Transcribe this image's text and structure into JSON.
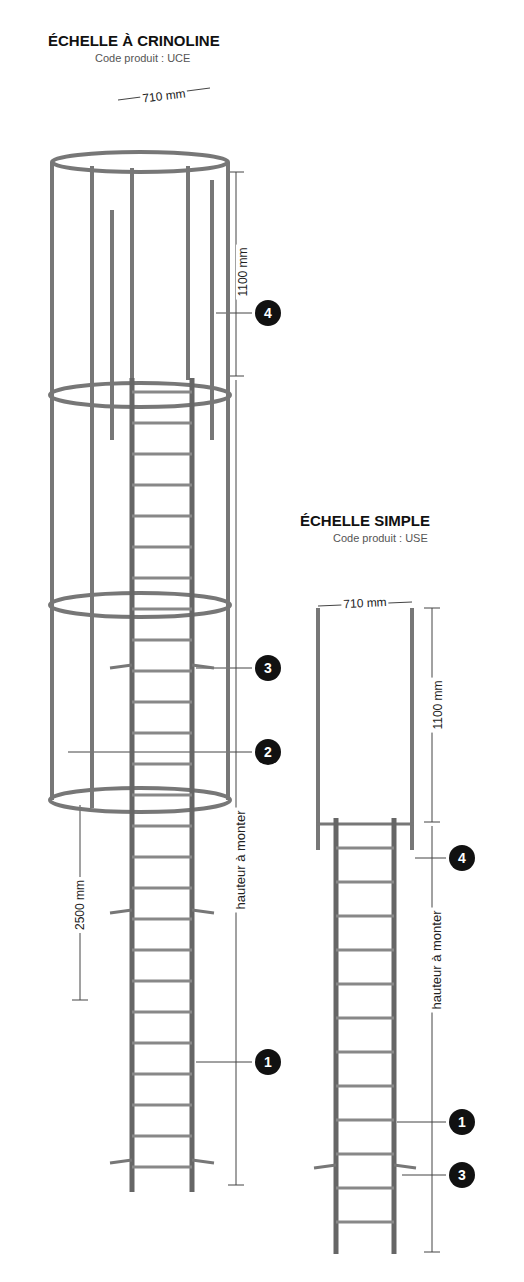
{
  "diagram": {
    "nodes": [
      {
        "text": [
          "4"
        ]
      },
      {
        "text": [
          "3"
        ]
      },
      {
        "text": [
          "2"
        ]
      },
      {
        "text": [
          "1"
        ]
      },
      {
        "text": [
          "4"
        ]
      },
      {
        "text": [
          "1"
        ]
      },
      {
        "text": [
          "3"
        ]
      }
    ],
    "labels": [
      "ÉCHELLE À CRINOLINE",
      "Code produit : UCE",
      "710 mm",
      "1100 mm",
      "hauteur à monter",
      "2500 mm",
      "ÉCHELLE SIMPLE",
      "Code produit : USE",
      "710 mm",
      "1100 mm",
      "hauteur à monter"
    ]
  }
}
